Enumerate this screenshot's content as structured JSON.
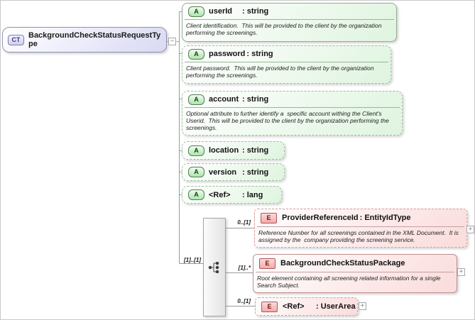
{
  "root": {
    "badge": "CT",
    "name": "BackgroundCheckStatusRequestType",
    "collapse_glyph": "−"
  },
  "sequence": {
    "incoming_cardinality": "[1]..[1]",
    "compositor": "sequence"
  },
  "attributes": [
    {
      "badge": "A",
      "name": "userId",
      "type": ": string",
      "annotation": "Client identification.  This will be provided to the client by the organization performing the screenings."
    },
    {
      "badge": "A",
      "name": "password",
      "type": ": string",
      "annotation": "Client password.  This will be provided to the client by the organization performing the screenings."
    },
    {
      "badge": "A",
      "name": "account",
      "type": ": string",
      "annotation": "Optional attribute to further identify a  specific account withing the Client's Userid.  This will be provided to the client by the organization performing the screenings."
    },
    {
      "badge": "A",
      "name": "location",
      "type": ": string",
      "annotation": ""
    },
    {
      "badge": "A",
      "name": "version",
      "type": ": string",
      "annotation": ""
    },
    {
      "badge": "A",
      "name": "<Ref>",
      "type": ": lang",
      "annotation": ""
    }
  ],
  "elements": [
    {
      "badge": "E",
      "name": "ProviderReferenceId",
      "type": ": EntityIdType",
      "cardinality": "0..[1]",
      "annotation": "Reference Number for all screenings contained in the XML Document.  It is assigned by the  company providing the screening service.",
      "expand_glyph": "+"
    },
    {
      "badge": "E",
      "name": "BackgroundCheckStatusPackage",
      "type": "",
      "cardinality": "[1]..*",
      "annotation": "Root element containing all screening related information for a single Search Subject.",
      "expand_glyph": "+"
    },
    {
      "badge": "E",
      "name": "<Ref>",
      "type": ": UserArea",
      "cardinality": "0..[1]",
      "annotation": "",
      "expand_glyph": "+"
    }
  ],
  "colors": {
    "attribute_fill": "#dff4df",
    "attribute_border": "#94ac94",
    "element_fill": "#fadcdc",
    "element_border": "#be8f8f",
    "complextype_fill": "#d9d9f2",
    "complextype_border": "#9191b5",
    "connector_line": "#9a9a9a"
  }
}
